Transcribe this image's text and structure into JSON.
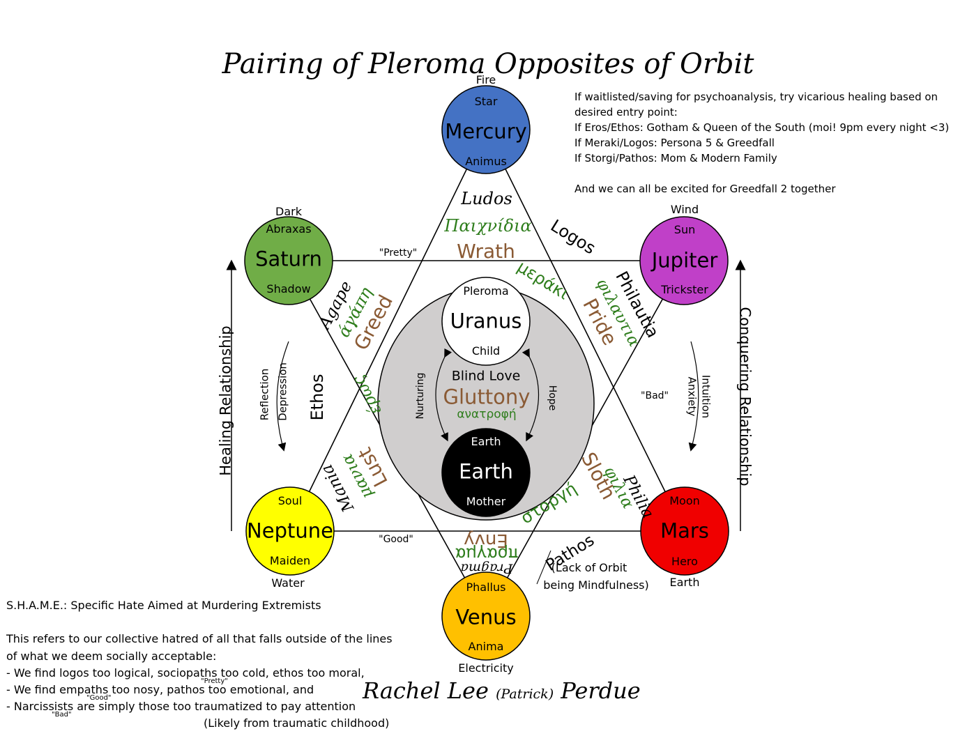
{
  "title": "Pairing of Pleroma Opposites of Orbit",
  "author": {
    "first": "Rachel Lee",
    "middle": "(Patrick)",
    "last": "Perdue"
  },
  "colors": {
    "mercury": "#4472c4",
    "jupiter": "#c040c8",
    "mars": "#f00000",
    "venus": "#ffc000",
    "neptune": "#ffff00",
    "saturn": "#70ad47",
    "uranus": "#ffffff",
    "earth": "#000000",
    "inner_bg": "#d0cece",
    "greek": "#2e7d1c",
    "sin": "#8a5a34"
  },
  "planets": {
    "mercury": {
      "name": "Mercury",
      "top": "Star",
      "bottom": "Animus",
      "outer": "Fire"
    },
    "jupiter": {
      "name": "Jupiter",
      "top": "Sun",
      "bottom": "Trickster",
      "outer": "Wind"
    },
    "mars": {
      "name": "Mars",
      "top": "Moon",
      "bottom": "Hero",
      "outer": "Earth"
    },
    "venus": {
      "name": "Venus",
      "top": "Phallus",
      "bottom": "Anima",
      "outer": "Electricity"
    },
    "neptune": {
      "name": "Neptune",
      "top": "Soul",
      "bottom": "Maiden",
      "outer": "Water"
    },
    "saturn": {
      "name": "Saturn",
      "top": "Abraxas",
      "bottom": "Shadow",
      "outer": "Dark"
    },
    "uranus": {
      "name": "Uranus",
      "top": "Pleroma",
      "bottom": "Child"
    },
    "earth": {
      "name": "Earth",
      "top": "Earth",
      "bottom": "Mother"
    }
  },
  "center": {
    "blind_love": "Blind Love",
    "gluttony": "Gluttony",
    "greek": "ανατροφή",
    "nurturing": "Nurturing",
    "hope": "Hope"
  },
  "edges": {
    "top": {
      "english": "Ludos",
      "greek": "Παιχνίδια",
      "sin": "Wrath"
    },
    "upper_right": {
      "label": "Logos",
      "greek": "μεράκι"
    },
    "right": {
      "english": "Philautia",
      "greek": "φιλαυτια",
      "sin": "Pride"
    },
    "lower_right": {
      "english": "Philia",
      "greek": "φιλια",
      "sin": "Sloth"
    },
    "bottom_right": {
      "label": "Pathos",
      "greek": "στοργή",
      "note_line1": "(Lack of Orbit",
      "note_line2": "being Mindfulness)"
    },
    "bottom": {
      "english": "Pragma",
      "greek": "πραγμα",
      "sin": "Envy"
    },
    "lower_left": {
      "english": "Mania",
      "greek": "μανια",
      "sin": "Lust"
    },
    "left": {
      "label": "Ethos",
      "greek": "έρως"
    },
    "upper_left": {
      "english": "Agape",
      "greek": "άγάπη",
      "sin": "Greed"
    }
  },
  "quotes": {
    "pretty": "\"Pretty\"",
    "bad": "\"Bad\"",
    "good": "\"Good\""
  },
  "side": {
    "left_main": "Healing Relationship",
    "left_a": "Reflection",
    "left_b": "Depression",
    "right_main": "Conquering Relationship",
    "right_a": "Intuition",
    "right_b": "Anxiety"
  },
  "note_top": [
    "If waitlisted/saving for psychoanalysis, try vicarious healing based on",
    "desired entry point:",
    "If Eros/Ethos: Gotham & Queen of the South (moi! 9pm every night <3)",
    "If Meraki/Logos: Persona 5 & Greedfall",
    "If Storgi/Pathos: Mom & Modern Family",
    "",
    "And we can all be excited for Greedfall 2 together"
  ],
  "note_bottom": {
    "line1": "S.H.A.M.E.: Specific Hate Aimed at Murdering Extremists",
    "line2": "This refers to our collective hatred of all that falls outside of the lines",
    "line3": "of what we deem socially acceptable:",
    "line4": "- We find logos too logical, sociopaths too cold, ethos too moral,",
    "line5": "- We find empaths too nosy, pathos too emotional, and",
    "line6": "- Narcissists are simply those too traumatized to pay attention",
    "line7": "(Likely from traumatic childhood)",
    "sup_pretty": "\"Pretty\"",
    "sup_good": "\"Good\"",
    "sup_bad": "\"Bad\""
  }
}
